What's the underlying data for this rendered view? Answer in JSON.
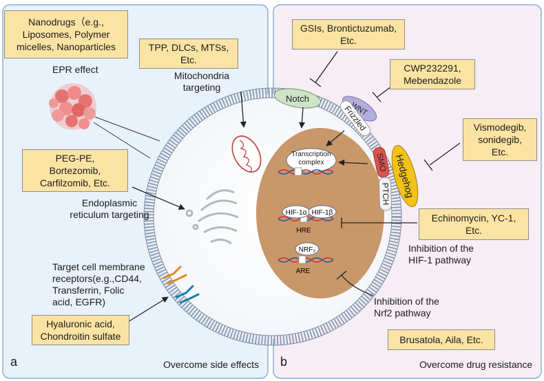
{
  "panel_a": {
    "letter": "a",
    "footer": "Overcome side effects",
    "nanodrugs_box": "Nanodrugs（e.g.,\nLiposomes, Polymer\nmicelles, Nanoparticles",
    "epr_label": "EPR effect",
    "mito_box": "TPP, DLCs, MTSs,\nEtc.",
    "mito_label": "Mitochondria\ntargeting",
    "er_box": "PEG-PE,\nBortezomib,\nCarfilzomib, Etc.",
    "er_label": "Endoplasmic\nreticulum targeting",
    "receptor_label": "Target cell membrane\nreceptors(e.g.,CD44,\nTransferrin, Folic\nacid, EGFR)",
    "ha_box": "Hyaluronic acid,\nChondroitin sulfate"
  },
  "panel_b": {
    "letter": "b",
    "footer": "Overcome drug resistance",
    "gsi_box": "GSIs, Brontictuzumab,\nEtc.",
    "cwp_box": "CWP232291,\nMebendazole",
    "vismo_box": "Vismodegib,\nsonidegib,\nEtc.",
    "echino_box": "Echinomycin, YC-1,\nEtc.",
    "hif_label": "Inhibition of the\nHIF-1 pathway",
    "nrf_label": "Inhibition of the\nNrf2 pathway",
    "brusatol_box": "Brusatola, Aila, Etc.",
    "notch": "Notch",
    "wnt": "WNT",
    "frizzled": "Frizzled",
    "hedgehog": "Hedgehog",
    "smo": "SMO",
    "ptch": "PTCH",
    "tc_label": "Transcription\ncomplex",
    "hif1a": "HIF-1α",
    "hif1b": "HIF-1β",
    "hre": "HRE",
    "nrf2": "NRF₂",
    "are": "ARE"
  },
  "colors": {
    "panel_a_bg": "#e9f2fb",
    "panel_b_bg": "#f6eef4",
    "panel_border": "#8eaed0",
    "box_fill": "#fbe4a3",
    "nucleus": "#c8976a",
    "notch": "#cfe4c7",
    "wnt": "#b3aedd",
    "hedgehog": "#f2c21b",
    "smo": "#d9534f"
  },
  "icons": [
    "nanoparticle-cluster-icon",
    "mitochondrion-icon",
    "endoplasmic-reticulum-icon",
    "receptor-icon",
    "dna-icon"
  ]
}
